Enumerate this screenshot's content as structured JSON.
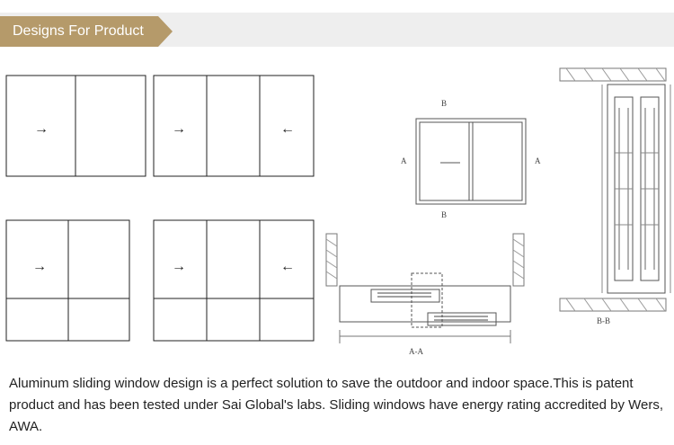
{
  "header": {
    "title": "Designs For Product"
  },
  "labels": {
    "section_a": "A",
    "section_b": "B",
    "section_aa": "A-A",
    "section_bb": "B-B"
  },
  "arrows": {
    "right": "→",
    "left": "←"
  },
  "description": "Aluminum sliding window design is a perfect solution to save the outdoor and indoor space.This is patent product and has been tested under Sai Global's labs. Sliding windows have energy rating accredited by Wers, AWA.",
  "colors": {
    "accent": "#b59a6a",
    "header_bg": "#eeeeee",
    "line": "#222222"
  }
}
